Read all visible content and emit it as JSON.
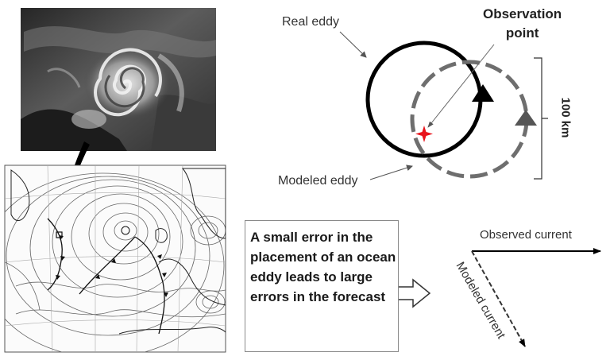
{
  "labels": {
    "real_eddy": "Real eddy",
    "modeled_eddy": "Modeled eddy",
    "observation_point_line1": "Observation",
    "observation_point_line2": "point",
    "scale": "100 km",
    "message": "A small error in the placement of an ocean eddy leads to large errors in the forecast",
    "observed_current": "Observed current",
    "modeled_current": "Modeled current"
  },
  "colors": {
    "real_eddy": "#000000",
    "modeled_eddy": "#6e6e6e",
    "observation_marker": "#e8141c",
    "arrow_outline": "#333333"
  },
  "icons": {
    "observation_marker": "red-star-marker",
    "process_arrow": "hollow-right-arrow"
  }
}
